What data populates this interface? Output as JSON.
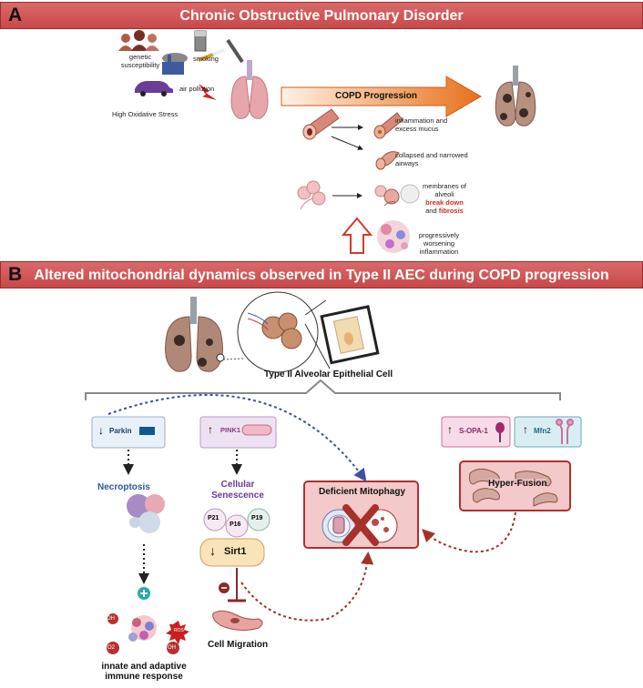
{
  "panel_a": {
    "letter": "A",
    "title": "Chronic Obstructive Pulmonary Disorder",
    "genetic": "genetic susceptibility",
    "smoking": "smoking",
    "air_pollution": "air pollution",
    "oxidative": "High Oxidative Stress",
    "progression": "COPD Progression",
    "inflammation": "inflammation and excess mucus",
    "collapsed": "collapsed and narrowed airways",
    "membranes_1": "membranes of alveoli",
    "break_down": "break down",
    "and": "and",
    "fibrosis": "fibrosis",
    "worsening": "progressively worsening inflammation"
  },
  "panel_b": {
    "letter": "B",
    "title": "Altered mitochondrial dynamics observed in Type II AEC during COPD progression",
    "cell_title": "Type II Alveolar Epithelial Cell",
    "parkin": "Parkin",
    "pink1": "PINK1",
    "sopa1": "S-OPA-1",
    "mfn2": "Mfn2",
    "necroptosis": "Necroptosis",
    "senescence": "Cellular Senescence",
    "p21": "P21",
    "p16": "P16",
    "p19": "P19",
    "sirt1": "Sirt1",
    "mitophagy": "Deficient Mitophagy",
    "hyperfusion": "Hyper-Fusion",
    "cell_migration": "Cell Migration",
    "immune": "innate and adaptive immune response",
    "ros": "ROS",
    "o2": "O2",
    "oh": "OH",
    "oh2": "OH"
  },
  "colors": {
    "banner": "#cf5555",
    "deficient_box": "#f3c9c9",
    "parkin_box": "#e8f0f8",
    "pink1_box": "#ede2f2",
    "sirt1_box": "#f8e4b8",
    "mfn2_box": "#d9eef2",
    "sopa1_box": "#f7dbe9"
  }
}
